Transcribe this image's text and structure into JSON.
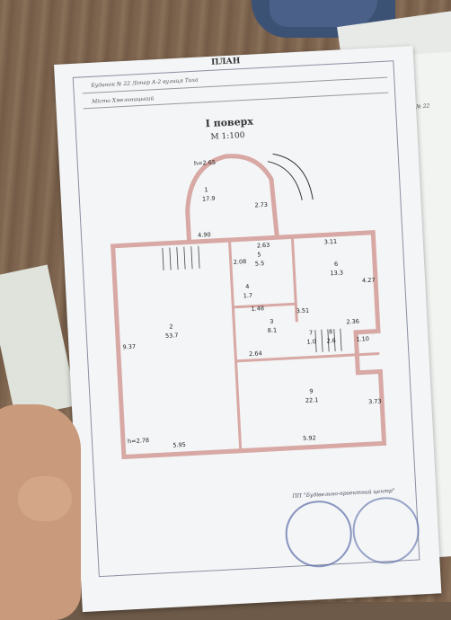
{
  "doc": {
    "title": "ПЛАН",
    "address_line": "Будинок № 22 Літер А-2 вулиця Тиха",
    "city_line": "Місто Хмельницький",
    "floor": "І поверх",
    "scale": "М 1:100",
    "right_page_fragment": "Будинок № 22"
  },
  "rooms": [
    {
      "num": "1",
      "area": "17.9"
    },
    {
      "num": "2",
      "area": "53.7"
    },
    {
      "num": "3",
      "area": "8.1"
    },
    {
      "num": "4",
      "area": "1.7"
    },
    {
      "num": "5",
      "area": "5.5"
    },
    {
      "num": "6",
      "area": "13.3"
    },
    {
      "num": "7",
      "area": "1.0"
    },
    {
      "num": "8",
      "area": "2.6"
    },
    {
      "num": "9",
      "area": "22.1"
    }
  ],
  "dimensions": [
    "h=2.65",
    "2.73",
    "4.90",
    "2.63",
    "3.11",
    "2.08",
    "4.27",
    "9.37",
    "1.48",
    "3.51",
    "2.36",
    "1.10",
    "2.64",
    "3.73",
    "h=2.78",
    "5.95",
    "5.92"
  ],
  "stamp_text": "ПП \"Будівельно-проектний центр\""
}
